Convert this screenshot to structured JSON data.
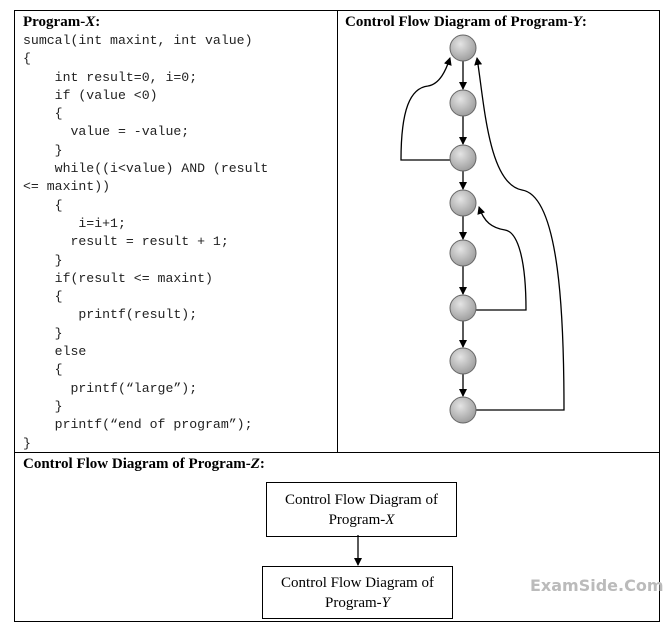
{
  "program_x": {
    "title_prefix": "Program-",
    "title_var": "X",
    "title_suffix": ":",
    "code": "sumcal(int maxint, int value)\n{\n    int result=0, i=0;\n    if (value <0)\n    {\n      value = -value;\n    }\n    while((i<value) AND (result\n<= maxint))\n    {\n       i=i+1;\n      result = result + 1;\n    }\n    if(result <= maxint)\n    {\n       printf(result);\n    }\n    else\n    {\n      printf(“large”);\n    }\n    printf(“end of program”);\n}"
  },
  "program_y": {
    "title_prefix": "Control Flow Diagram of Program-",
    "title_var": "Y",
    "title_suffix": ":"
  },
  "program_z": {
    "title_prefix": "Control Flow Diagram of Program-",
    "title_var": "Z",
    "title_suffix": ":",
    "box1_line1": "Control Flow Diagram of",
    "box1_line2_prefix": "Program-",
    "box1_line2_var": "X",
    "box2_line1": "Control Flow Diagram of",
    "box2_line2_prefix": "Program-",
    "box2_line2_var": "Y"
  },
  "watermark": "ExamSide.Com"
}
